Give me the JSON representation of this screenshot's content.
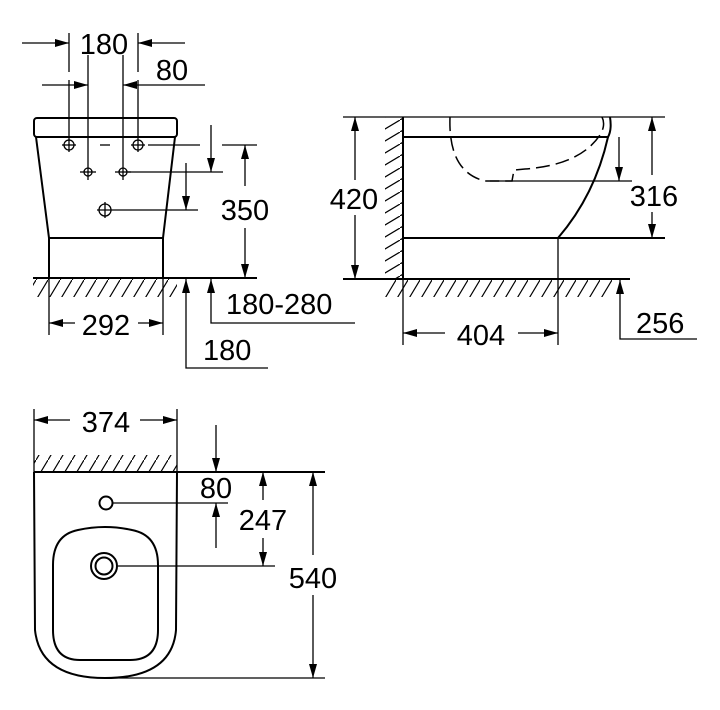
{
  "front_view": {
    "dim_outlet_spacing": "180",
    "dim_inlet_spacing": "80",
    "dim_height_350": "350",
    "dim_range": "180-280",
    "dim_180": "180",
    "dim_width": "292"
  },
  "side_view": {
    "dim_height": "420",
    "dim_316": "316",
    "dim_depth": "404",
    "dim_256": "256"
  },
  "plan_view": {
    "dim_width": "374",
    "dim_80": "80",
    "dim_247": "247",
    "dim_length": "540"
  }
}
